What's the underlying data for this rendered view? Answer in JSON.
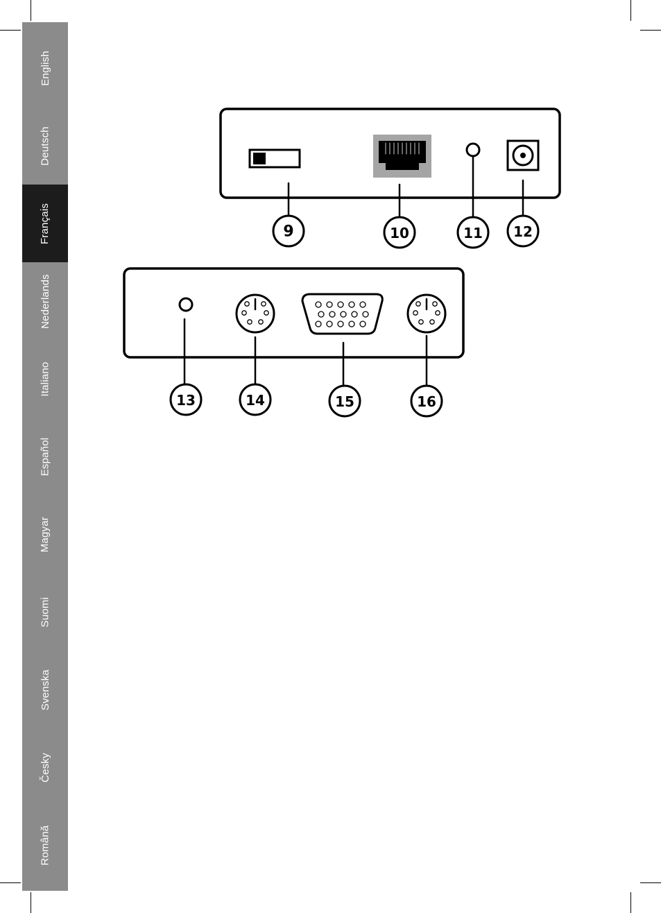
{
  "languages": [
    {
      "label": "English",
      "active": false
    },
    {
      "label": "Deutsch",
      "active": false
    },
    {
      "label": "Français",
      "active": true
    },
    {
      "label": "Nederlands",
      "active": false
    },
    {
      "label": "Italiano",
      "active": false
    },
    {
      "label": "Español",
      "active": false
    },
    {
      "label": "Magyar",
      "active": false
    },
    {
      "label": "Suomi",
      "active": false
    },
    {
      "label": "Svenska",
      "active": false
    },
    {
      "label": "Česky",
      "active": false
    },
    {
      "label": "Română",
      "active": false
    }
  ],
  "diagram": {
    "callouts_top": [
      "9",
      "10",
      "11",
      "12"
    ],
    "callouts_bottom": [
      "13",
      "14",
      "15",
      "16"
    ]
  },
  "colors": {
    "tab_strip": "#8b8b8b",
    "tab_active": "#1c1c1c",
    "tab_text": "#ffffff",
    "line_art": "#000000"
  }
}
